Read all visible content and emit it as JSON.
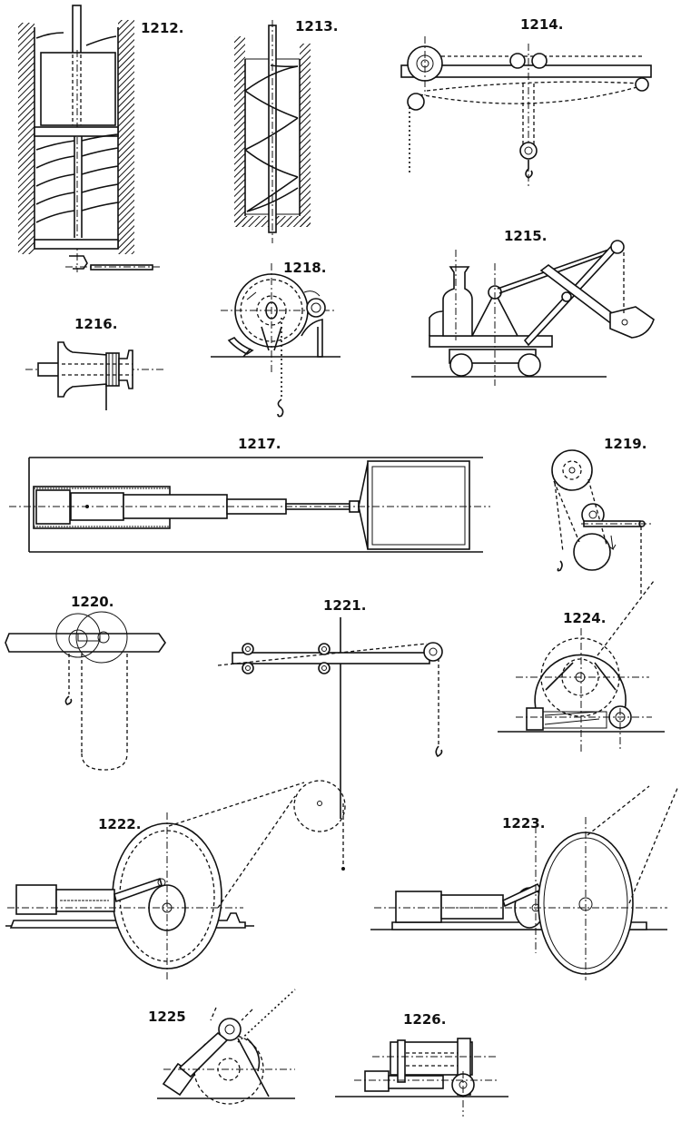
{
  "figures": [
    {
      "id": "1212",
      "label": "1212.",
      "description": "Vertical shaft with spiral screw conveyor and block in hatched walls"
    },
    {
      "id": "1213",
      "label": "1213.",
      "description": "Helical screw in hatched shaft"
    },
    {
      "id": "1214",
      "label": "1214.",
      "description": "Overhead crane girder with pulleys and hook"
    },
    {
      "id": "1215",
      "label": "1215.",
      "description": "Steam shovel excavator on wheels"
    },
    {
      "id": "1216",
      "label": "1216.",
      "description": "Capstan drum on shaft"
    },
    {
      "id": "1217",
      "label": "1217.",
      "description": "Telescopic hydraulic cylinder with piston in housing"
    },
    {
      "id": "1218",
      "label": "1218.",
      "description": "Winch drum with pinion and hook"
    },
    {
      "id": "1219",
      "label": "1219.",
      "description": "Chain pulley arrangement with hook"
    },
    {
      "id": "1220",
      "label": "1220.",
      "description": "Chain block on beam with hand chain loop"
    },
    {
      "id": "1221",
      "label": "1221.",
      "description": "Jib crane arm with rollers and hook"
    },
    {
      "id": "1222",
      "label": "1222.",
      "description": "Engine driven winch with large flywheel and overhead pulley"
    },
    {
      "id": "1223",
      "label": "1223.",
      "description": "Engine with flywheel on base"
    },
    {
      "id": "1224",
      "label": "1224.",
      "description": "Winch with gear drive and engine"
    },
    {
      "id": "1225",
      "label": "1225",
      "description": "Inclined engine driving drum"
    },
    {
      "id": "1226",
      "label": "1226.",
      "description": "Twin cylinder winch engine"
    }
  ]
}
